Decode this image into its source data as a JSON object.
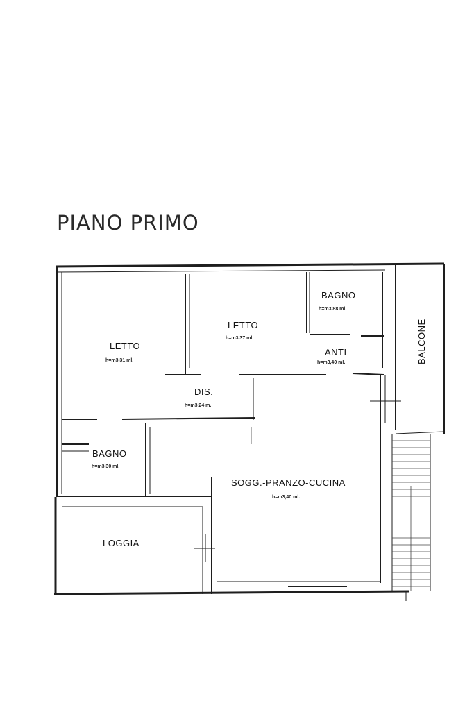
{
  "title": "PIANO PRIMO",
  "rooms": {
    "letto1": {
      "name": "LETTO",
      "area": "h=m3,31 ml."
    },
    "letto2": {
      "name": "LETTO",
      "area": "h=m3,37 ml."
    },
    "bagno1": {
      "name": "BAGNO",
      "area": "h=m3,88 ml."
    },
    "anti": {
      "name": "ANTI",
      "area": "h=m3,40 ml."
    },
    "dis": {
      "name": "DIS.",
      "area": "h=m3,24 m."
    },
    "bagno2": {
      "name": "BAGNO",
      "area": "h=m3,30 ml."
    },
    "soggiorno": {
      "name": "SOGG.-PRANZO-CUCINA",
      "area": "h=m3,40 ml."
    },
    "loggia": {
      "name": "LOGGIA"
    },
    "balcone": {
      "name": "BALCONE"
    }
  }
}
